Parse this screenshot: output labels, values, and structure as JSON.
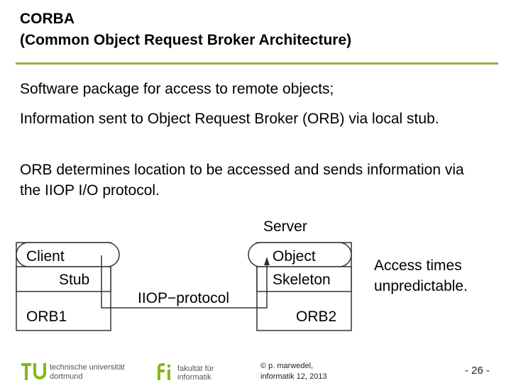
{
  "title": {
    "line1": "CORBA",
    "line2": "(Common Object Request Broker Architecture)"
  },
  "body": {
    "p1": "Software package for access to remote objects;",
    "p2": "Information sent to Object Request Broker (ORB) via local stub.",
    "p3": "ORB determines location to be accessed and sends information via the IIOP I/O protocol."
  },
  "diagram": {
    "server_label": "Server",
    "client": "Client",
    "stub": "Stub",
    "orb1": "ORB1",
    "object": "Object",
    "skeleton": "Skeleton",
    "orb2": "ORB2",
    "protocol": "IIOP−protocol"
  },
  "note": {
    "line1": "Access times",
    "line2": "unpredictable."
  },
  "footer": {
    "tu_line1": "technische universität",
    "tu_line2": "dortmund",
    "fi_line1": "fakultät für",
    "fi_line2": "informatik",
    "copyright_line1": "© p. marwedel,",
    "copyright_line2": "informatik 12,  2013",
    "page": "-  26 -"
  },
  "colors": {
    "accent": "#8ab63a",
    "tu_green": "#84b819"
  }
}
